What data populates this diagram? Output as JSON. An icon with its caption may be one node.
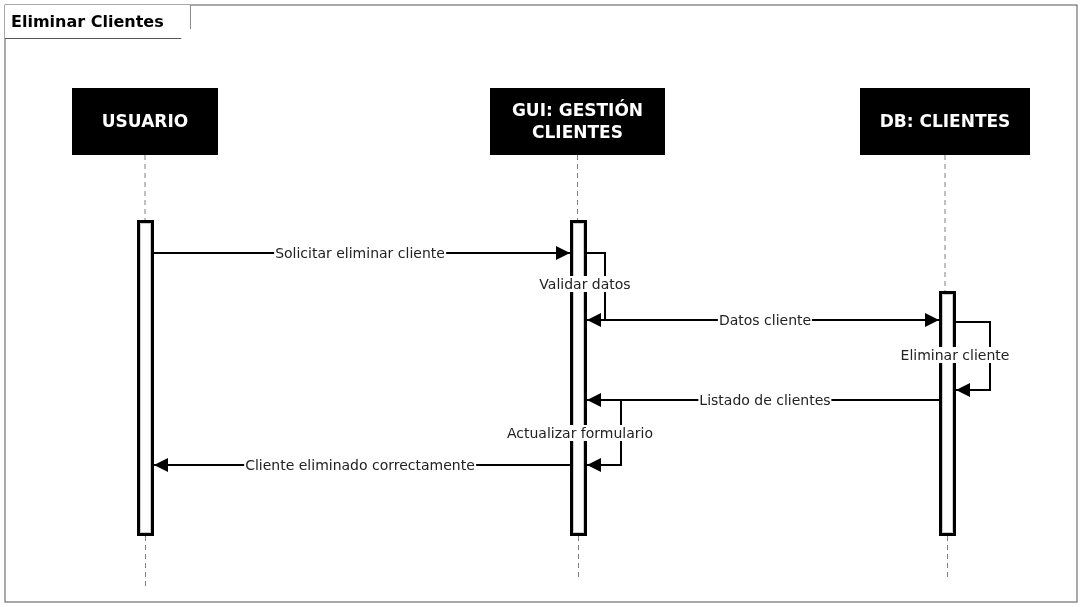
{
  "diagram": {
    "title": "Eliminar Clientes",
    "nodes": [
      {
        "text": [
          "USUARIO"
        ]
      },
      {
        "text": [
          "GUI: GESTIÓN CLIENTES"
        ]
      },
      {
        "text": [
          "DB: CLIENTES"
        ]
      },
      {
        "text": [],
        "shape": "bar"
      },
      {
        "text": [],
        "shape": "bar"
      },
      {
        "text": [],
        "shape": "bar"
      }
    ],
    "edges": [
      {
        "from": 0,
        "to": 3,
        "arrow": "none",
        "style": "dashed",
        "color": "#808080"
      },
      {
        "from": 1,
        "to": 4,
        "arrow": "none",
        "style": "dashed",
        "color": "#808080"
      },
      {
        "from": 2,
        "to": 5,
        "arrow": "none",
        "style": "dashed",
        "color": "#808080"
      },
      {
        "from": 3,
        "to": 4,
        "arrow": "to",
        "label": "Solicitar eliminar cliente"
      },
      {
        "from": 4,
        "to": 4,
        "arrow": "to",
        "label": "Validar datos"
      },
      {
        "from": 4,
        "to": 5,
        "arrow": "to",
        "label": "Datos cliente"
      },
      {
        "from": 5,
        "to": 5,
        "arrow": "to",
        "label": "Eliminar cliente"
      },
      {
        "from": 5,
        "to": 4,
        "arrow": "to",
        "label": "Listado de clientes"
      },
      {
        "from": 4,
        "to": 4,
        "arrow": "to",
        "label": "Actualizar formulario"
      },
      {
        "from": 4,
        "to": 3,
        "arrow": "to",
        "label": "Cliente eliminado correctamente"
      }
    ]
  }
}
